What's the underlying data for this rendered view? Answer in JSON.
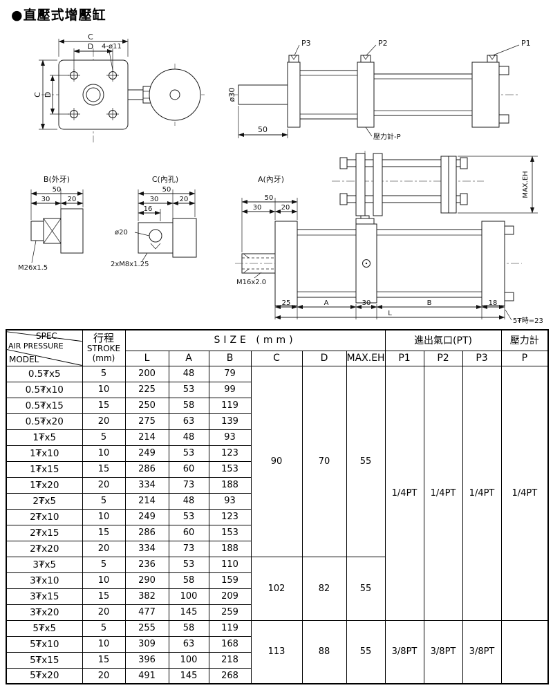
{
  "page": {
    "title": "●直壓式增壓缸"
  },
  "drawings": {
    "front": {
      "dim_c_top": "C",
      "dim_d_top": "D",
      "dim_c_left": "C",
      "dim_d_left": "D",
      "holes": "4-ø11"
    },
    "side": {
      "p3": "P3",
      "p2": "P2",
      "p1": "P1",
      "rod_dia": "ø30",
      "rod_len": "50",
      "gauge": "壓力計-P"
    },
    "detail_b": {
      "title": "B(外牙)",
      "d50": "50",
      "d30": "30",
      "d20": "20",
      "thread": "M26x1.5"
    },
    "detail_c": {
      "title": "C(內孔)",
      "d50": "50",
      "d30": "30",
      "d20": "20",
      "d16": "16",
      "hole": "ø20",
      "thread": "2xM8x1.25"
    },
    "detail_a": {
      "title": "A(內牙)",
      "d50": "50",
      "d30": "30",
      "d20": "20",
      "thread": "M16x2.0"
    },
    "assembly": {
      "max_eh": "MAX.EH",
      "d25": "25",
      "d_a": "A",
      "d30": "30",
      "d_b": "B",
      "d18": "18",
      "d_l": "L",
      "note": "5₮時=23"
    }
  },
  "table": {
    "header": {
      "spec": "SPEC",
      "air_pressure": "AIR PRESSURE",
      "model": "MODEL",
      "stroke_zh": "行程",
      "stroke_en": "STROKE",
      "stroke_unit": "(mm)",
      "size": "SIZE (mm)",
      "ports": "進出氣口(PT)",
      "gauge": "壓力計",
      "col_l": "L",
      "col_a": "A",
      "col_b": "B",
      "col_c": "C",
      "col_d": "D",
      "col_maxeh": "MAX.EH",
      "col_p1": "P1",
      "col_p2": "P2",
      "col_p3": "P3",
      "col_p": "P"
    },
    "rows": [
      {
        "model": "0.5₮x5",
        "stroke": "5",
        "l": "200",
        "a": "48",
        "b": "79"
      },
      {
        "model": "0.5₮x10",
        "stroke": "10",
        "l": "225",
        "a": "53",
        "b": "99"
      },
      {
        "model": "0.5₮x15",
        "stroke": "15",
        "l": "250",
        "a": "58",
        "b": "119"
      },
      {
        "model": "0.5₮x20",
        "stroke": "20",
        "l": "275",
        "a": "63",
        "b": "139"
      },
      {
        "model": "1₮x5",
        "stroke": "5",
        "l": "214",
        "a": "48",
        "b": "93"
      },
      {
        "model": "1₮x10",
        "stroke": "10",
        "l": "249",
        "a": "53",
        "b": "123"
      },
      {
        "model": "1₮x15",
        "stroke": "15",
        "l": "286",
        "a": "60",
        "b": "153"
      },
      {
        "model": "1₮x20",
        "stroke": "20",
        "l": "334",
        "a": "73",
        "b": "188"
      },
      {
        "model": "2₮x5",
        "stroke": "5",
        "l": "214",
        "a": "48",
        "b": "93"
      },
      {
        "model": "2₮x10",
        "stroke": "10",
        "l": "249",
        "a": "53",
        "b": "123"
      },
      {
        "model": "2₮x15",
        "stroke": "15",
        "l": "286",
        "a": "60",
        "b": "153"
      },
      {
        "model": "2₮x20",
        "stroke": "20",
        "l": "334",
        "a": "73",
        "b": "188"
      },
      {
        "model": "3₮x5",
        "stroke": "5",
        "l": "236",
        "a": "53",
        "b": "110"
      },
      {
        "model": "3₮x10",
        "stroke": "10",
        "l": "290",
        "a": "58",
        "b": "159"
      },
      {
        "model": "3₮x15",
        "stroke": "15",
        "l": "382",
        "a": "100",
        "b": "209"
      },
      {
        "model": "3₮x20",
        "stroke": "20",
        "l": "477",
        "a": "145",
        "b": "259"
      },
      {
        "model": "5₮x5",
        "stroke": "5",
        "l": "255",
        "a": "58",
        "b": "119"
      },
      {
        "model": "5₮x10",
        "stroke": "10",
        "l": "309",
        "a": "63",
        "b": "168"
      },
      {
        "model": "5₮x15",
        "stroke": "15",
        "l": "396",
        "a": "100",
        "b": "218"
      },
      {
        "model": "5₮x20",
        "stroke": "20",
        "l": "491",
        "a": "145",
        "b": "268"
      }
    ],
    "size_groups": [
      {
        "c": "90",
        "d": "70",
        "max_eh": "55"
      },
      {
        "c": "102",
        "d": "82",
        "max_eh": "55"
      },
      {
        "c": "113",
        "d": "88",
        "max_eh": "55"
      }
    ],
    "port_groups": [
      {
        "p1": "1/4PT",
        "p2": "1/4PT",
        "p3": "1/4PT"
      },
      {
        "p1": "3/8PT",
        "p2": "3/8PT",
        "p3": "3/8PT"
      }
    ],
    "gauge_value": "1/4PT"
  }
}
